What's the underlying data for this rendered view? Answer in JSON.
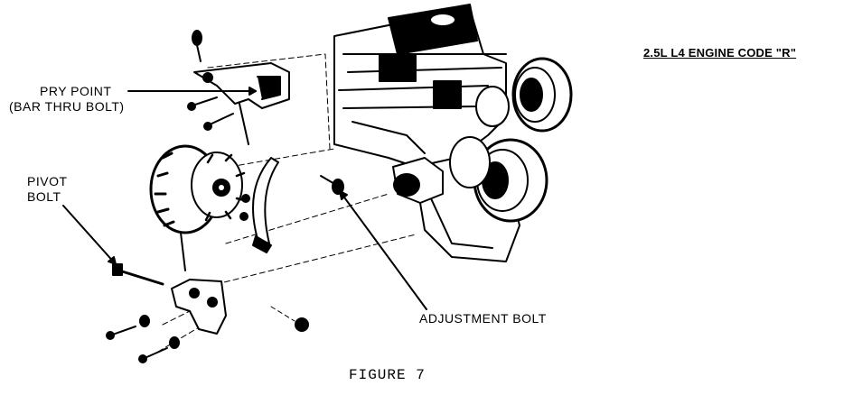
{
  "header": {
    "engine_code": "2.5L L4 ENGINE CODE \"R\""
  },
  "callouts": {
    "pry_point_line1": "PRY POINT",
    "pry_point_line2": "(BAR THRU BOLT)",
    "pivot_bolt_line1": "PIVOT",
    "pivot_bolt_line2": "BOLT",
    "adjustment_bolt": "ADJUSTMENT BOLT"
  },
  "caption": {
    "figure": "FIGURE 7"
  },
  "colors": {
    "ink": "#000000",
    "paper": "#ffffff"
  }
}
